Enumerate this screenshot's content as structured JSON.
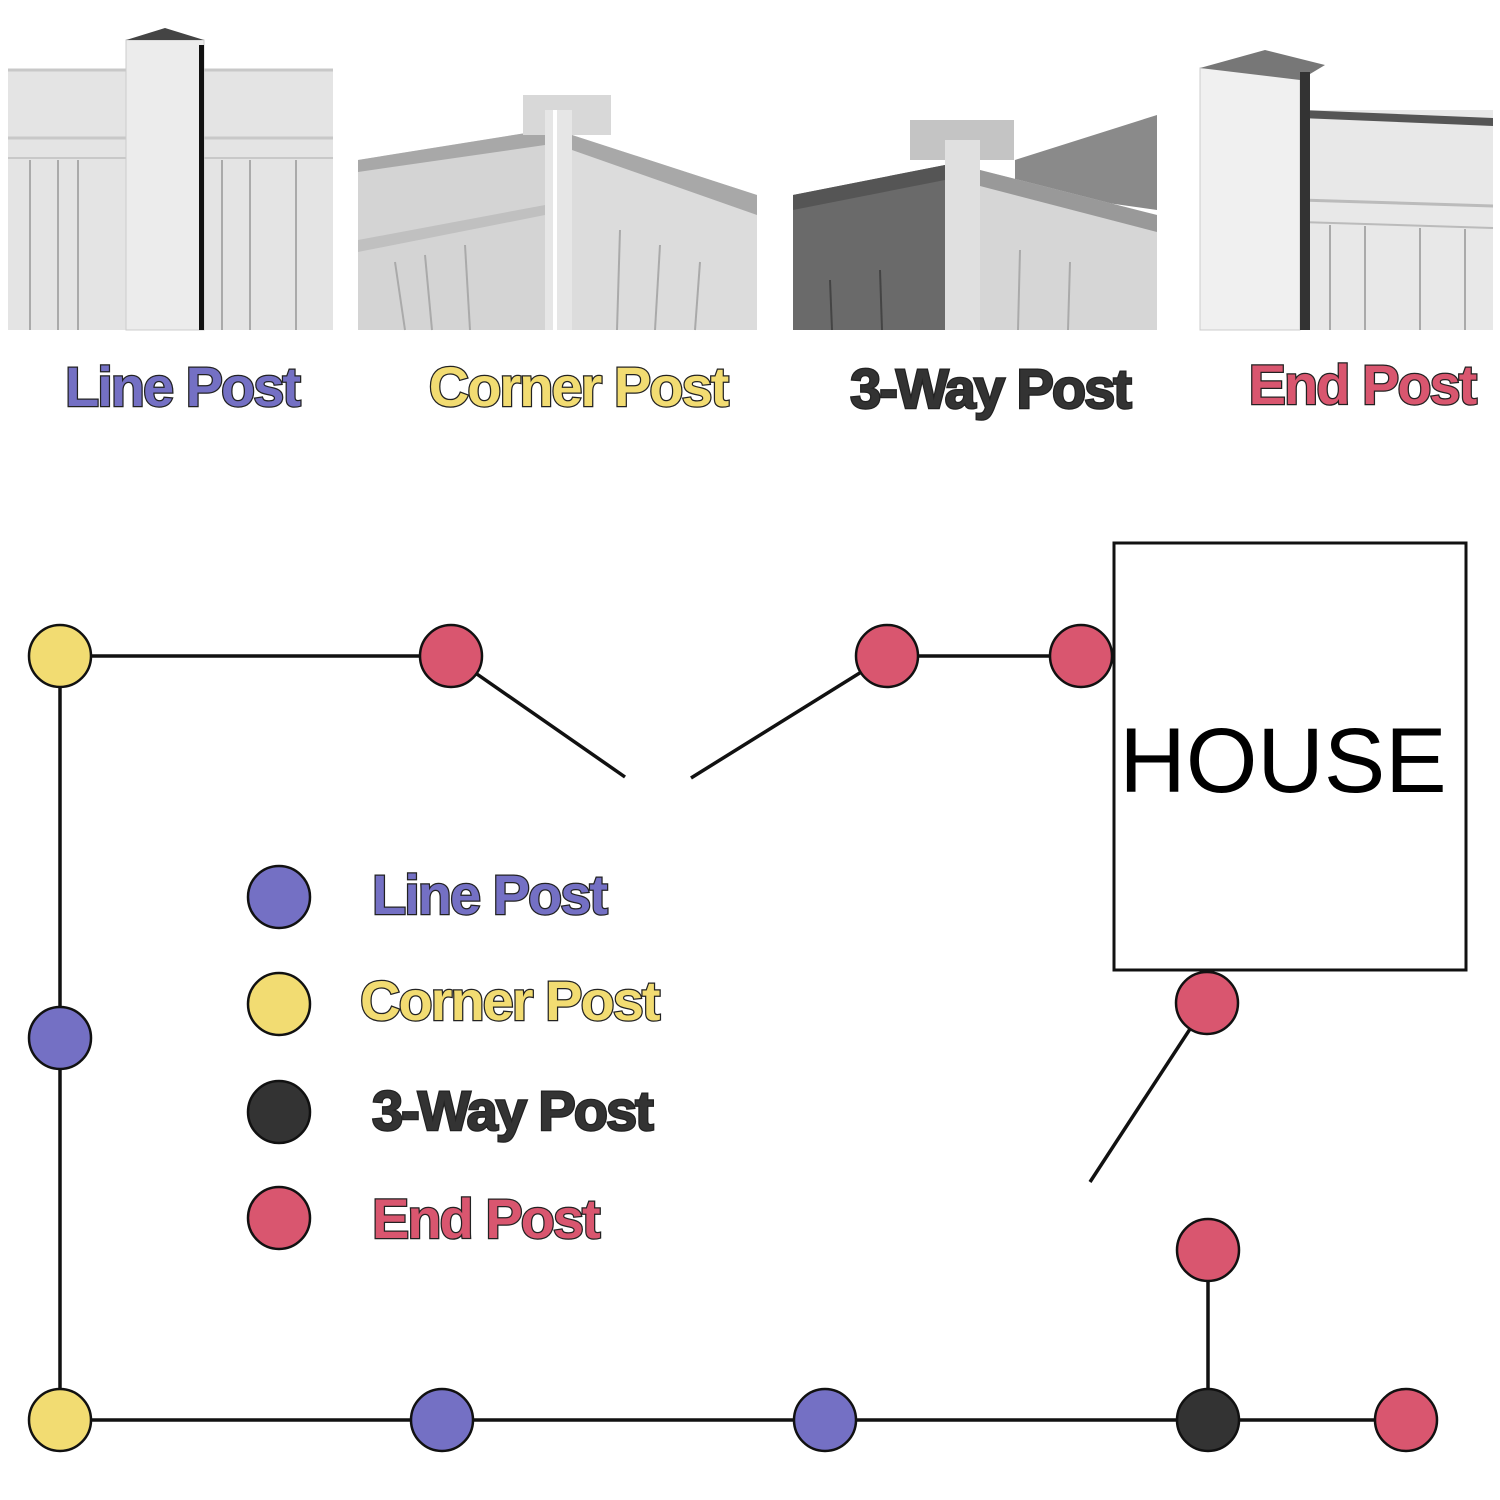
{
  "photos": [
    {
      "label": "Line Post",
      "color": "#7470c4"
    },
    {
      "label": "Corner Post",
      "color": "#f2dc72"
    },
    {
      "label": "3-Way Post",
      "color": "#333333"
    },
    {
      "label": "End Post",
      "color": "#d9566f"
    }
  ],
  "house": {
    "label": "HOUSE"
  },
  "legend": [
    {
      "label": "Line Post",
      "color": "#7470c4"
    },
    {
      "label": "Corner Post",
      "color": "#f2dc72"
    },
    {
      "label": "3-Way Post",
      "color": "#333333"
    },
    {
      "label": "End Post",
      "color": "#d9566f"
    }
  ],
  "posts": [
    {
      "type": "corner"
    },
    {
      "type": "end"
    },
    {
      "type": "end"
    },
    {
      "type": "end"
    },
    {
      "type": "line"
    },
    {
      "type": "corner"
    },
    {
      "type": "line"
    },
    {
      "type": "line"
    },
    {
      "type": "3-way"
    },
    {
      "type": "end"
    },
    {
      "type": "end"
    },
    {
      "type": "end"
    }
  ]
}
